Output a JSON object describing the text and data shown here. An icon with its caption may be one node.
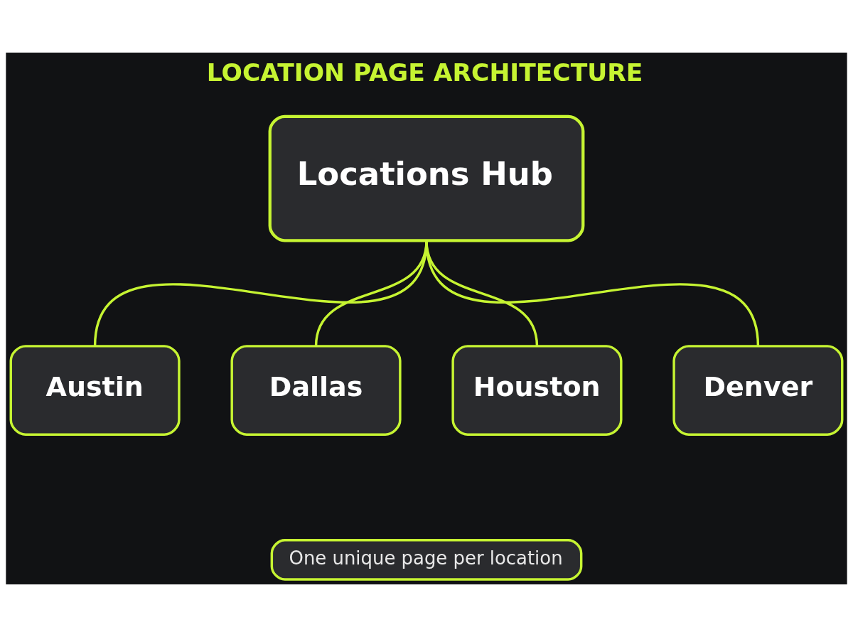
{
  "diagram": {
    "title": "LOCATION PAGE ARCHITECTURE",
    "nodes": [
      {
        "text": [
          "Locations Hub"
        ]
      },
      {
        "text": [
          "Austin"
        ]
      },
      {
        "text": [
          "Dallas"
        ]
      },
      {
        "text": [
          "Houston"
        ]
      },
      {
        "text": [
          "Denver"
        ]
      },
      {
        "text": [
          "One unique page per location"
        ]
      }
    ],
    "edges": [
      {
        "from": 0,
        "to": 1,
        "arrow": "none"
      },
      {
        "from": 0,
        "to": 2,
        "arrow": "none"
      },
      {
        "from": 0,
        "to": 3,
        "arrow": "none"
      },
      {
        "from": 0,
        "to": 4,
        "arrow": "none"
      }
    ]
  }
}
